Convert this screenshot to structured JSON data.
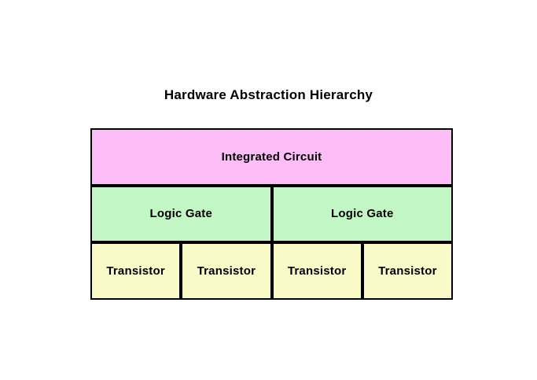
{
  "title": "Hardware Abstraction Hierarchy",
  "colors": {
    "background": "#ffffff",
    "border": "#000000",
    "text": "#000000",
    "integrated_circuit_fill": "#fdbdf7",
    "logic_gate_fill": "#c2f6c4",
    "transistor_fill": "#fafac8"
  },
  "nodes": {
    "integrated_circuit": {
      "label": "Integrated Circuit"
    },
    "logic_gate_1": {
      "label": "Logic Gate"
    },
    "logic_gate_2": {
      "label": "Logic Gate"
    },
    "transistor_1": {
      "label": "Transistor"
    },
    "transistor_2": {
      "label": "Transistor"
    },
    "transistor_3": {
      "label": "Transistor"
    },
    "transistor_4": {
      "label": "Transistor"
    }
  }
}
